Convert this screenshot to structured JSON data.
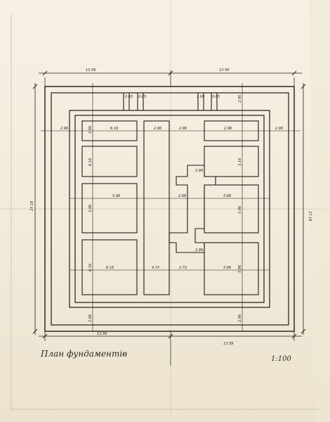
{
  "drawing": {
    "caption": "План фундаментів",
    "scale": "1:100"
  },
  "dimensions": {
    "top_left_span": "13.59",
    "top_right_span": "13.59",
    "bottom_left_span": "13.59",
    "bottom_right_span": "13.59",
    "left_height": "27.18",
    "right_height": "27.18",
    "row_a": [
      "2.96",
      "6.16",
      "2.96",
      "2.96",
      "2.96",
      "2.96"
    ],
    "row_b": [
      "5.96",
      "2.96",
      "5.96"
    ],
    "row_c": [
      "6.16",
      "4.72",
      "2.72",
      "5.96"
    ],
    "col_left": [
      "2.96",
      "6.16",
      "3.96",
      "6.16",
      "2.96"
    ],
    "col_right": [
      "2.96",
      "3.16",
      "5.96",
      "5.96",
      "2.96"
    ],
    "small": [
      "0.65",
      "0.65",
      "1.00",
      "0.65",
      "2.96",
      "2.96"
    ]
  }
}
